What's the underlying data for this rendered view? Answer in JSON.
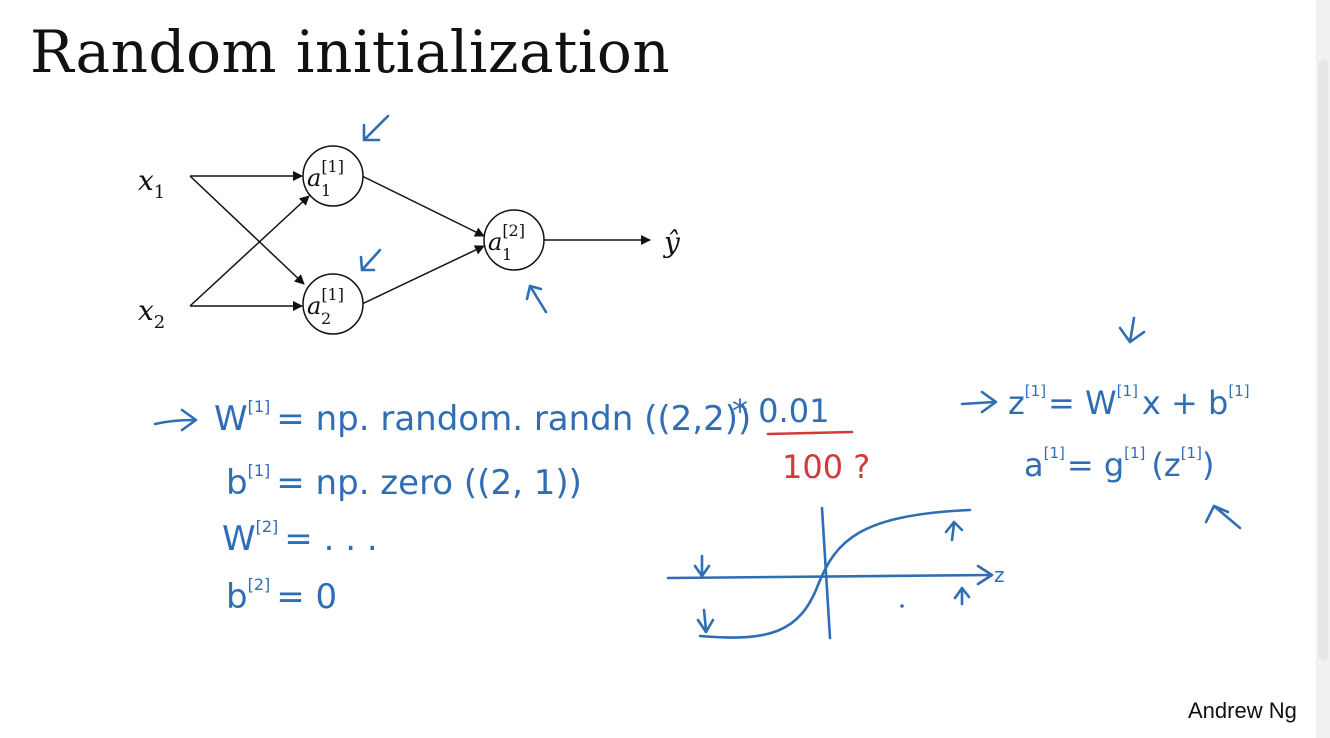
{
  "title": "Random initialization",
  "author": "Andrew Ng",
  "network": {
    "inputs": [
      {
        "base": "x",
        "sub": "1"
      },
      {
        "base": "x",
        "sub": "2"
      }
    ],
    "hidden": [
      {
        "base": "a",
        "sup": "[1]",
        "sub": "1"
      },
      {
        "base": "a",
        "sup": "[1]",
        "sub": "2"
      }
    ],
    "output_node": {
      "base": "a",
      "sup": "[2]",
      "sub": "1"
    },
    "output": "ŷ"
  },
  "handwriting": {
    "lines": [
      {
        "lhs": "W",
        "sup": "[1]",
        "rhs": "= np. random. randn ((2,2))"
      },
      {
        "lhs": "b",
        "sup": "[1]",
        "rhs": "= np. zero ((2, 1))"
      },
      {
        "lhs": "W",
        "sup": "[2]",
        "rhs": "= . . ."
      },
      {
        "lhs": "b",
        "sup": "[2]",
        "rhs": "= 0"
      }
    ],
    "scale": "* 0.01",
    "alt_scale": "100 ?",
    "forward": {
      "z_lhs": "z",
      "z_sup": "[1]",
      "z_rhs": "= W",
      "z_rhs_sup": "[1]",
      "z_tail": "x + b",
      "z_tail_sup": "[1]",
      "a_lhs": "a",
      "a_sup": "[1]",
      "a_rhs": "= g",
      "a_rhs_sup": "[1]",
      "a_arg": "(z",
      "a_arg_sup": "[1]",
      "a_close": ")"
    },
    "axis_label": "z"
  },
  "colors": {
    "ink_blue": "#2f6db5",
    "ink_red": "#d23a3a",
    "text": "#111111"
  }
}
